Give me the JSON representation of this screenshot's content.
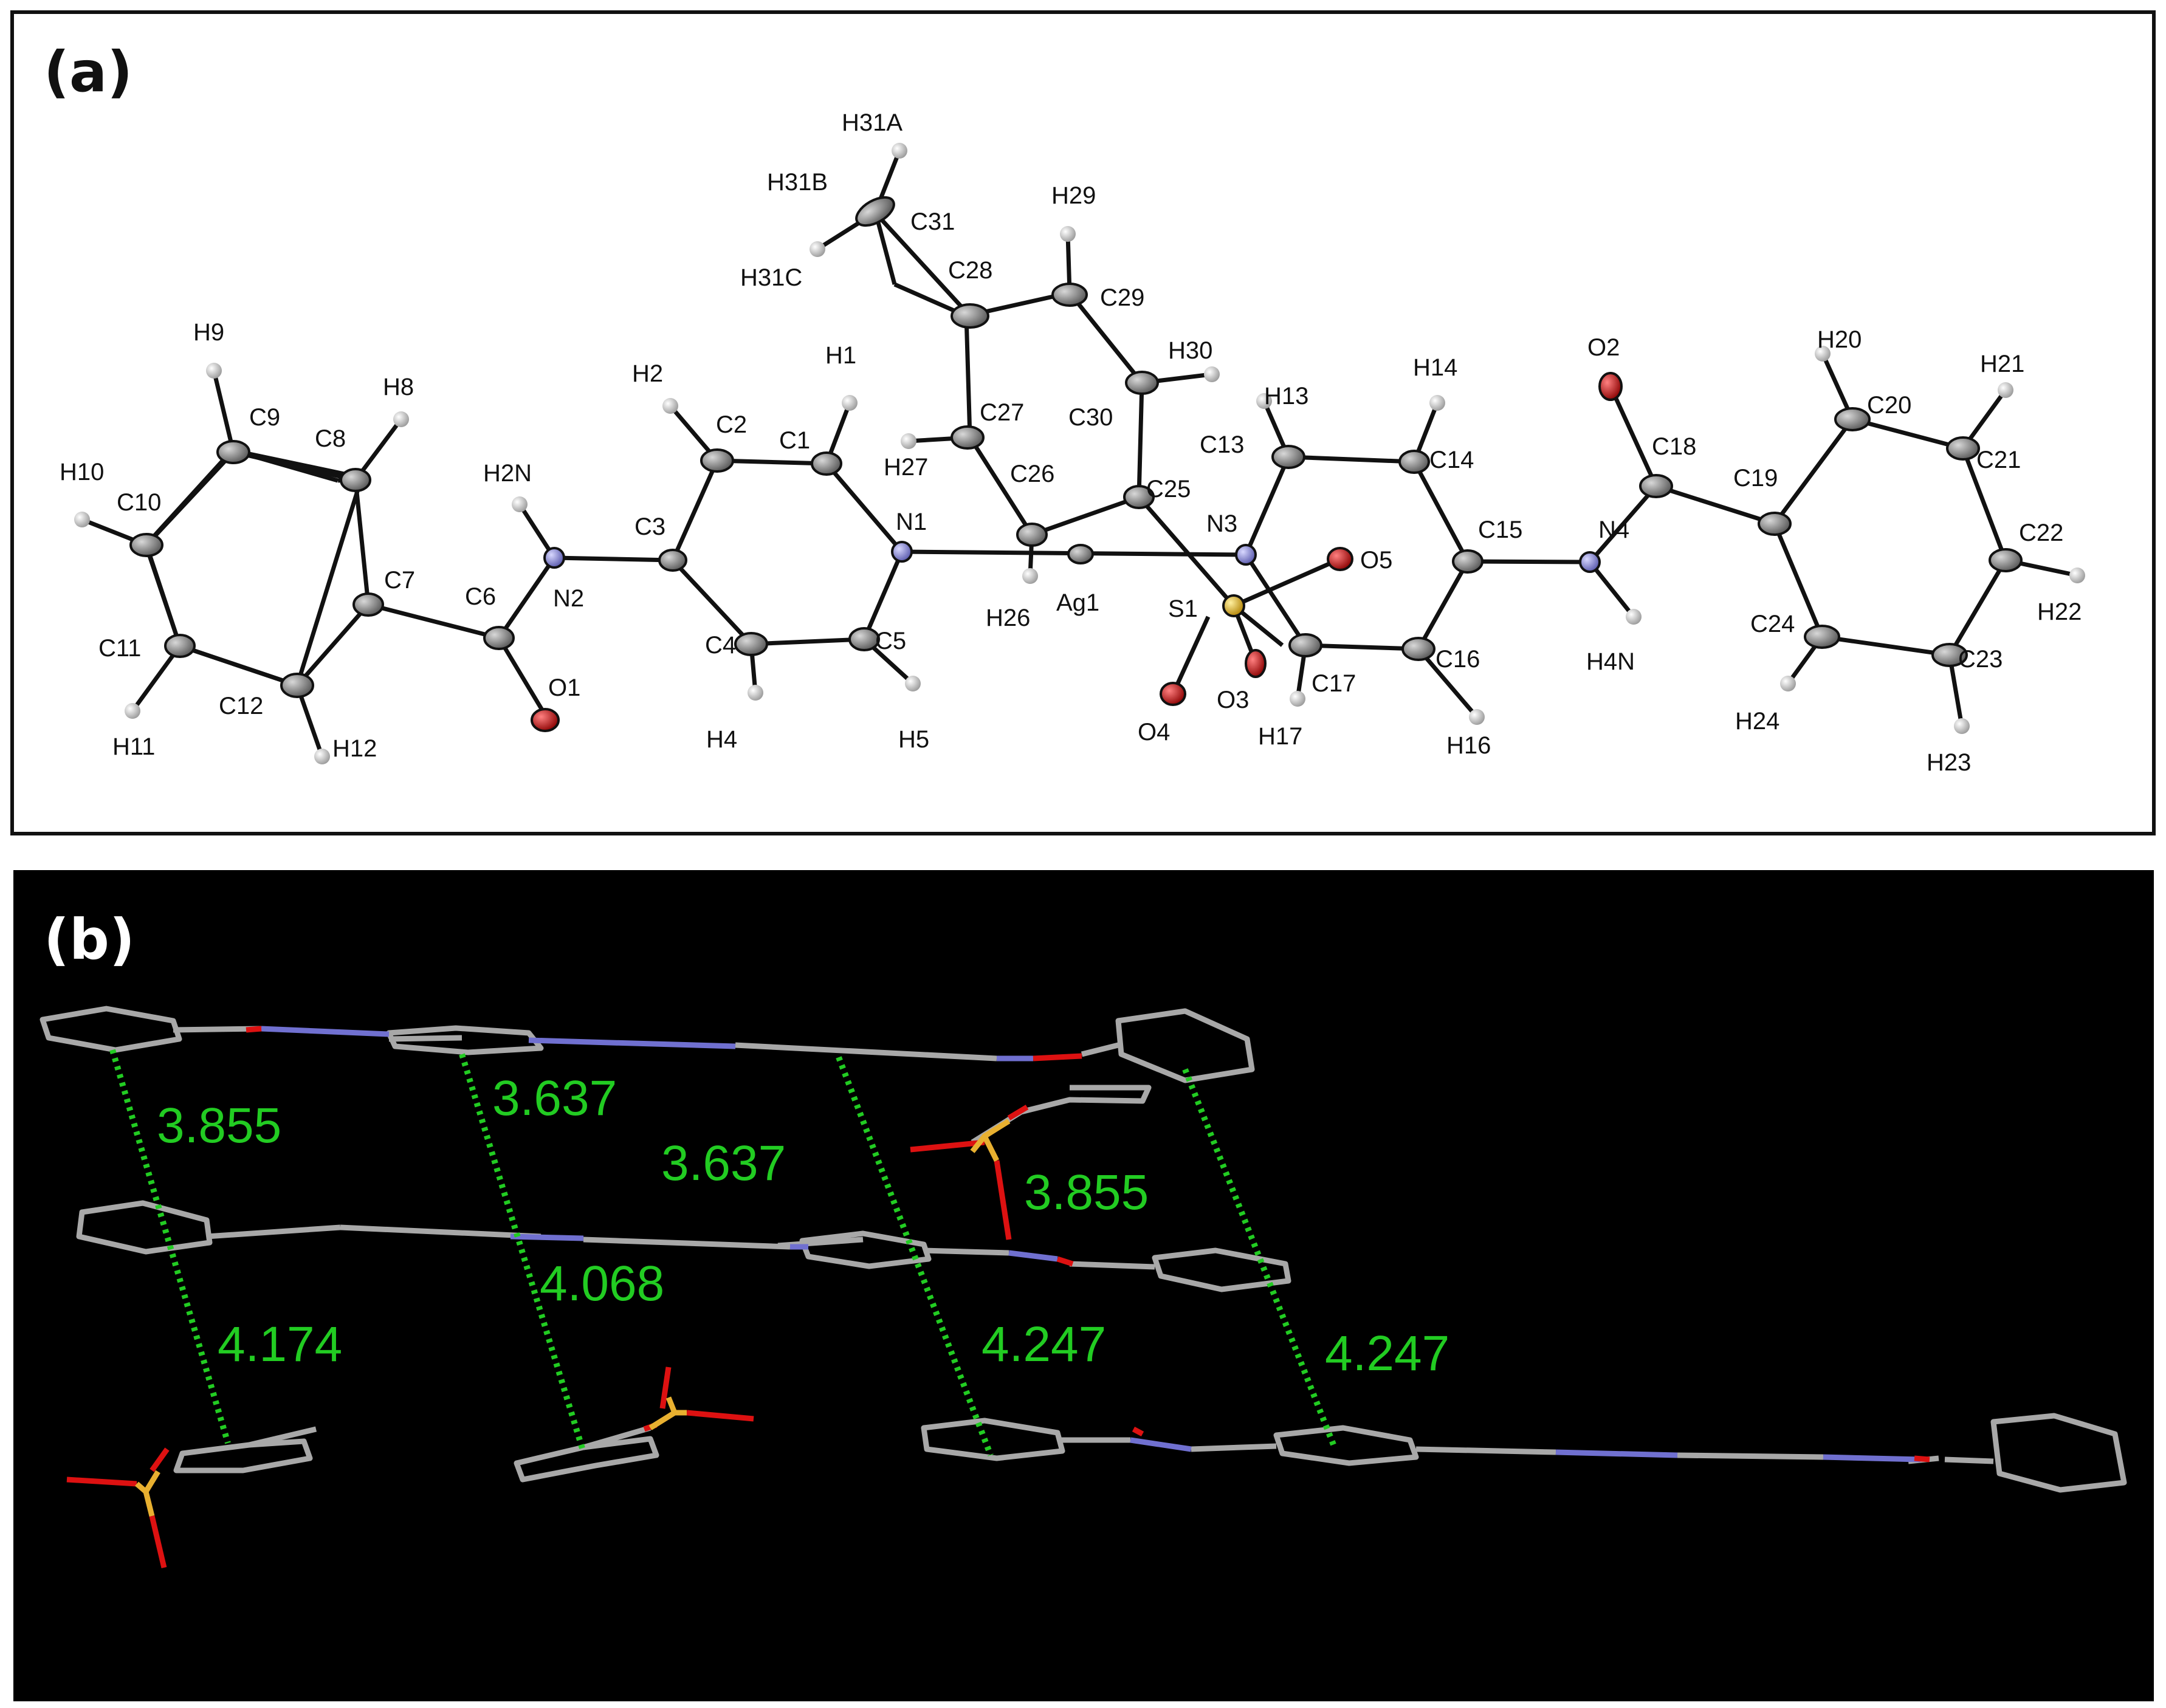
{
  "panels": {
    "a": {
      "label": "(a)"
    },
    "b": {
      "label": "(b)"
    }
  },
  "colors": {
    "carbon": "#8a8a8a",
    "nitrogen": "#8f8fd8",
    "oxygen": "#c01010",
    "sulfur": "#e0b020",
    "silver": "#b0b0b0",
    "hydrogen": "#d8d8d8",
    "distance": "#22cc22",
    "stick_carbon": "#a8a8a8",
    "stick_nitrogen": "#7070d0",
    "stick_oxygen": "#dd1111",
    "stick_sulfur": "#e8b030"
  },
  "atoms": {
    "H31A": "H31A",
    "H31B": "H31B",
    "C31": "C31",
    "H31C": "H31C",
    "H29": "H29",
    "C28": "C28",
    "C29": "C29",
    "H9": "H9",
    "H8": "H8",
    "C9": "C9",
    "C8": "C8",
    "H10": "H10",
    "C10": "C10",
    "C7": "C7",
    "C6": "C6",
    "N2": "N2",
    "H2N": "H2N",
    "C11": "C11",
    "C12": "C12",
    "H11": "H11",
    "H12": "H12",
    "O1": "O1",
    "H2": "H2",
    "H1": "H1",
    "C2": "C2",
    "C1": "C1",
    "C3": "C3",
    "N1": "N1",
    "C4": "C4",
    "C5": "C5",
    "H4": "H4",
    "H5": "H5",
    "H27": "H27",
    "C27": "C27",
    "C26": "C26",
    "C25": "C25",
    "C30": "C30",
    "H30": "H30",
    "H26": "H26",
    "Ag1": "Ag1",
    "S1": "S1",
    "O3": "O3",
    "O4": "O4",
    "O5": "O5",
    "N3": "N3",
    "H13": "H13",
    "C13": "C13",
    "H14": "H14",
    "C14": "C14",
    "C15": "C15",
    "C16": "C16",
    "C17": "C17",
    "H16": "H16",
    "H17": "H17",
    "N4": "N4",
    "H4N": "H4N",
    "O2": "O2",
    "C18": "C18",
    "C19": "C19",
    "H20": "H20",
    "C20": "C20",
    "H21": "H21",
    "C21": "C21",
    "C22": "C22",
    "H22": "H22",
    "C23": "C23",
    "H23": "H23",
    "C24": "C24",
    "H24": "H24"
  },
  "distances": {
    "d1": "3.855",
    "d2": "3.637",
    "d3": "3.637",
    "d4": "3.855",
    "d5": "4.068",
    "d6": "4.174",
    "d7": "4.247",
    "d8": "4.247"
  }
}
